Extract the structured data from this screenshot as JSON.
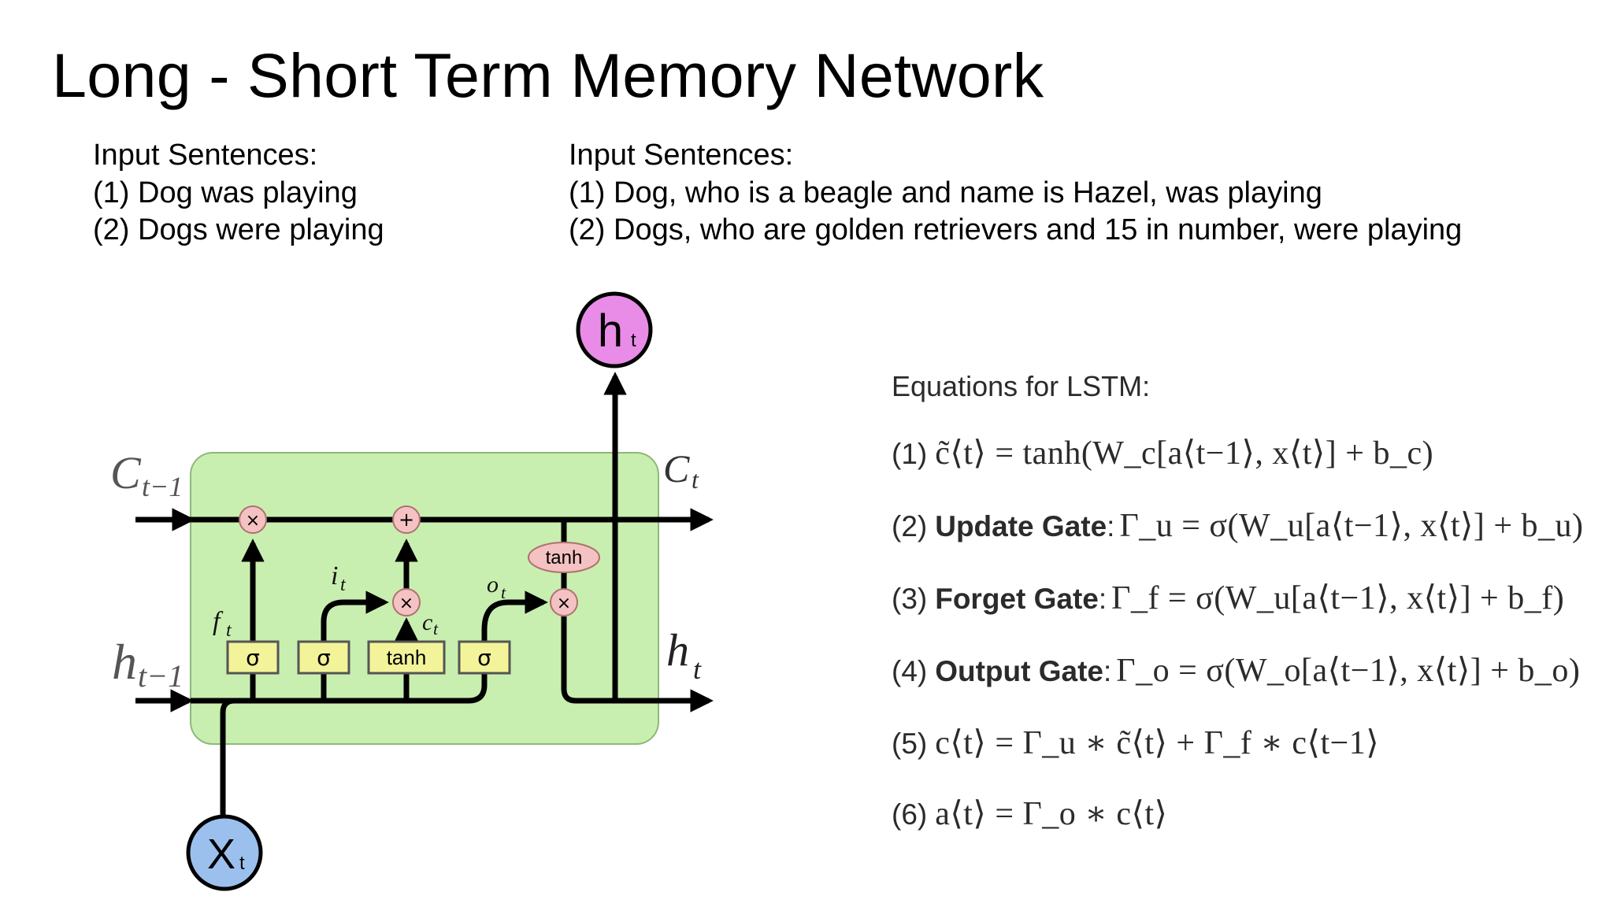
{
  "title": "Long - Short Term Memory Network",
  "sentences_left": {
    "heading": "Input Sentences:",
    "s1": "(1) Dog was playing",
    "s2": "(2) Dogs were playing"
  },
  "sentences_right": {
    "heading": "Input Sentences:",
    "s1": "(1) Dog, who is a beagle and name is Hazel, was playing",
    "s2": "(2) Dogs, who are golden retrievers and 15 in number, were playing"
  },
  "diagram": {
    "c_prev": "C",
    "c_prev_sub": "t−1",
    "c_out": "C",
    "c_out_sub": "t",
    "h_prev": "h",
    "h_prev_sub": "t−1",
    "h_out": "h",
    "h_out_sub": "t",
    "h_top": "h",
    "h_top_sub": "t",
    "x_in": "X",
    "x_in_sub": "t",
    "f_label": "f",
    "f_sub": "t",
    "i_label": "i",
    "i_sub": "t",
    "c_label": "c",
    "c_sub": "t",
    "o_label": "o",
    "o_sub": "t",
    "op_mult": "×",
    "op_add": "+",
    "tanh_oval": "tanh",
    "sigma": "σ",
    "tanh_box": "tanh",
    "colors": {
      "cell_fill": "#c8efb0",
      "cell_stroke": "#8fb87a",
      "gate_fill": "#f3f39a",
      "op_fill": "#f4c2c2",
      "h_node_fill": "#e88ce8",
      "x_node_fill": "#9cc0ee"
    }
  },
  "equations": {
    "heading": "Equations for LSTM:",
    "eq1": {
      "num": "(1)",
      "math": "c̃⟨t⟩ = tanh(W_c[a⟨t−1⟩, x⟨t⟩] + b_c)"
    },
    "eq2": {
      "num": "(2)",
      "gate": "Update Gate",
      "math": "Γ_u = σ(W_u[a⟨t−1⟩, x⟨t⟩] + b_u)"
    },
    "eq3": {
      "num": "(3)",
      "gate": "Forget Gate",
      "math": "Γ_f = σ(W_u[a⟨t−1⟩, x⟨t⟩] + b_f)"
    },
    "eq4": {
      "num": "(4)",
      "gate": "Output Gate",
      "math": "Γ_o = σ(W_o[a⟨t−1⟩, x⟨t⟩] + b_o)"
    },
    "eq5": {
      "num": "(5)",
      "math": "c⟨t⟩ = Γ_u ∗ c̃⟨t⟩ + Γ_f ∗ c⟨t−1⟩"
    },
    "eq6": {
      "num": "(6)",
      "math": "a⟨t⟩ = Γ_o ∗ c⟨t⟩"
    }
  }
}
